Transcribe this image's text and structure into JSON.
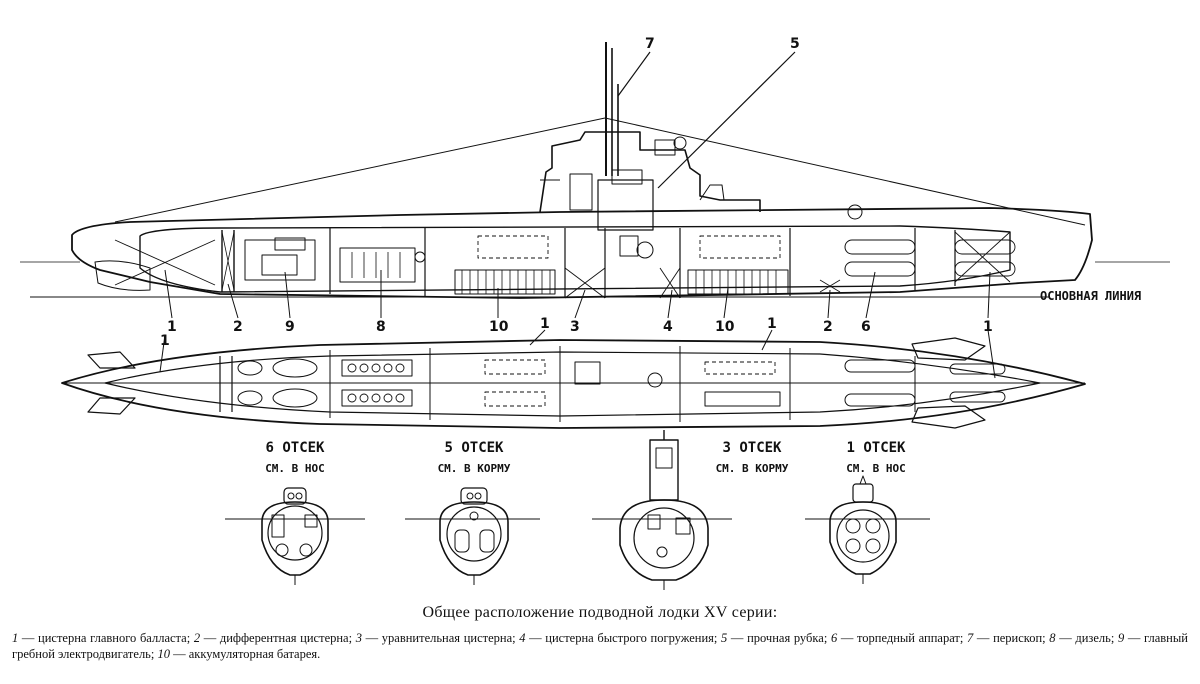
{
  "figure": {
    "callouts": {
      "c7": "7",
      "c5": "5",
      "side": [
        "1",
        "2",
        "9",
        "8",
        "10",
        "3",
        "4",
        "10",
        "2",
        "6",
        "1"
      ],
      "plan": [
        "1",
        "1",
        "1"
      ]
    },
    "baseline_label": "ОСНОВНАЯ ЛИНИЯ",
    "sections": [
      {
        "title": "6 ОТСЕК",
        "subtitle": "СМ. В НОС"
      },
      {
        "title": "5 ОТСЕК",
        "subtitle": "СМ. В КОРМУ"
      },
      {
        "title": "3 ОТСЕК",
        "subtitle": "СМ. В КОРМУ"
      },
      {
        "title": "1 ОТСЕК",
        "subtitle": "СМ. В НОС"
      }
    ]
  },
  "caption": "Общее расположение подводной лодки XV серии:",
  "legend": [
    {
      "num": "1",
      "text": "цистерна главного балласта"
    },
    {
      "num": "2",
      "text": "дифферентная цистерна"
    },
    {
      "num": "3",
      "text": "уравнительная цистерна"
    },
    {
      "num": "4",
      "text": "цистерна быстрого погружения"
    },
    {
      "num": "5",
      "text": "прочная рубка"
    },
    {
      "num": "6",
      "text": "торпедный аппарат"
    },
    {
      "num": "7",
      "text": "перископ"
    },
    {
      "num": "8",
      "text": "дизель"
    },
    {
      "num": "9",
      "text": "главный гребной электродвигатель"
    },
    {
      "num": "10",
      "text": "аккумуляторная батарея"
    }
  ]
}
